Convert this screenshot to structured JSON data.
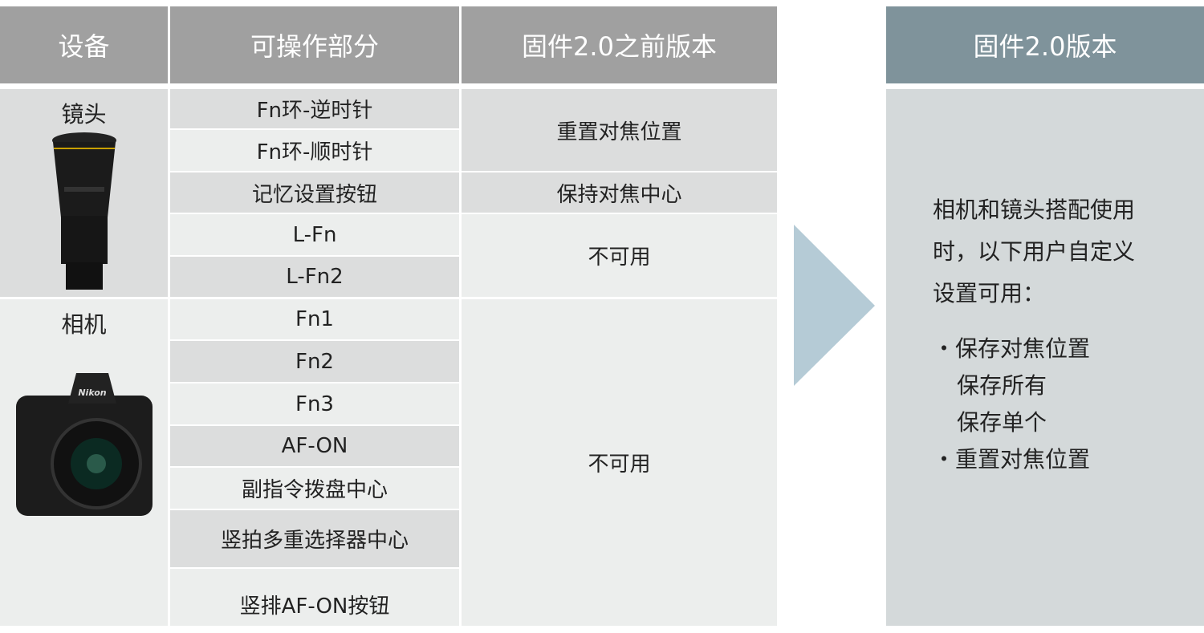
{
  "headers": {
    "device": "设备",
    "part": "可操作部分",
    "before": "固件2.0之前版本",
    "after": "固件2.0版本"
  },
  "lens": {
    "label": "镜头",
    "parts": [
      "Fn环-逆时针",
      "Fn环-顺时针",
      "记忆设置按钮",
      "L-Fn",
      "L-Fn2"
    ],
    "before": [
      "重置对焦位置",
      "保持对焦中心",
      "不可用"
    ]
  },
  "camera": {
    "label": "相机",
    "parts": [
      "Fn1",
      "Fn2",
      "Fn3",
      "AF-ON",
      "副指令拨盘中心",
      "竖拍多重选择器中心",
      "竖排AF-ON按钮"
    ],
    "before": "不可用"
  },
  "after": {
    "intro": [
      "相机和镜头搭配使用",
      "时，以下用户自定义",
      "设置可用："
    ],
    "bullets": [
      "保存对焦位置",
      "保存所有",
      "保存单个",
      "重置对焦位置"
    ]
  },
  "colors": {
    "header": "#a0a0a0",
    "right_header": "#7f939b",
    "arrow": "#b5cbd6"
  }
}
